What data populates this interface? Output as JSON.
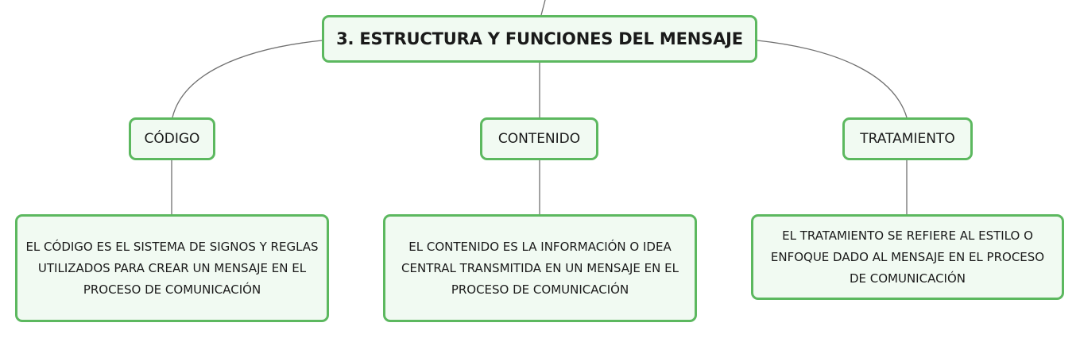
{
  "root": {
    "label": "3. ESTRUCTURA Y FUNCIONES DEL MENSAJE"
  },
  "branches": [
    {
      "label": "CÓDIGO",
      "description": "EL CÓDIGO ES EL SISTEMA DE SIGNOS Y REGLAS UTILIZADOS PARA CREAR UN MENSAJE EN EL PROCESO DE COMUNICACIÓN"
    },
    {
      "label": "CONTENIDO",
      "description": "EL CONTENIDO ES LA INFORMACIÓN O IDEA CENTRAL TRANSMITIDA EN UN MENSAJE EN EL PROCESO DE COMUNICACIÓN"
    },
    {
      "label": "TRATAMIENTO",
      "description": "EL TRATAMIENTO SE REFIERE AL ESTILO O ENFOQUE DADO AL MENSAJE EN EL PROCESO DE COMUNICACIÓN"
    }
  ],
  "colors": {
    "node_border": "#5cb85f",
    "node_fill": "#f1faf2",
    "connector": "#707070"
  }
}
